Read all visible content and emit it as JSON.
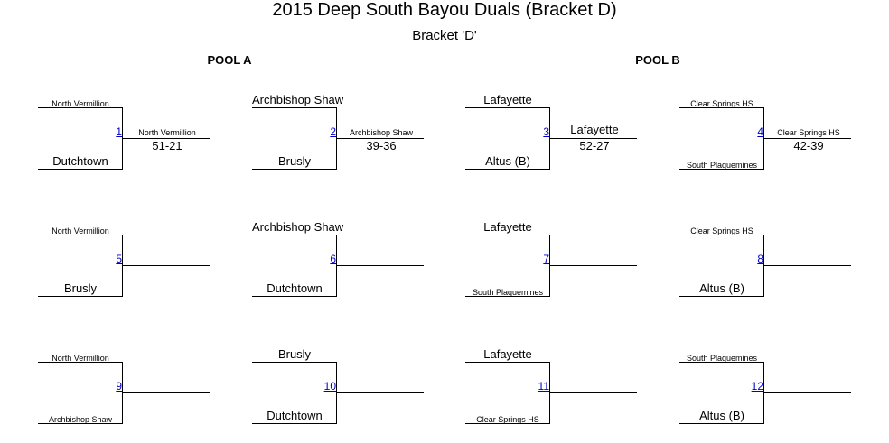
{
  "header": {
    "title": "2015 Deep South Bayou Duals (Bracket D)",
    "subtitle": "Bracket 'D'"
  },
  "pools": [
    "POOL A",
    "POOL B"
  ],
  "matches": [
    {
      "num": "1",
      "top": "North Vermillion",
      "bottom": "Dutchtown",
      "winner": "North Vermillion",
      "score": "51-21"
    },
    {
      "num": "2",
      "top": "Archbishop Shaw",
      "bottom": "Brusly",
      "winner": "Archbishop Shaw",
      "score": "39-36"
    },
    {
      "num": "3",
      "top": "Lafayette",
      "bottom": "Altus (B)",
      "winner": "Lafayette",
      "score": "52-27"
    },
    {
      "num": "4",
      "top": "Clear Springs HS",
      "bottom": "South Plaquemines",
      "winner": "Clear Springs HS",
      "score": "42-39"
    },
    {
      "num": "5",
      "top": "North Vermillion",
      "bottom": "Brusly",
      "winner": "",
      "score": ""
    },
    {
      "num": "6",
      "top": "Archbishop Shaw",
      "bottom": "Dutchtown",
      "winner": "",
      "score": ""
    },
    {
      "num": "7",
      "top": "Lafayette",
      "bottom": "South Plaquemines",
      "winner": "",
      "score": ""
    },
    {
      "num": "8",
      "top": "Clear Springs HS",
      "bottom": "Altus (B)",
      "winner": "",
      "score": ""
    },
    {
      "num": "9",
      "top": "North Vermillion",
      "bottom": "Archbishop Shaw",
      "winner": "",
      "score": ""
    },
    {
      "num": "10",
      "top": "Brusly",
      "bottom": "Dutchtown",
      "winner": "",
      "score": ""
    },
    {
      "num": "11",
      "top": "Lafayette",
      "bottom": "Clear Springs HS",
      "winner": "",
      "score": ""
    },
    {
      "num": "12",
      "top": "South Plaquemines",
      "bottom": "Altus (B)",
      "winner": "",
      "score": ""
    }
  ]
}
